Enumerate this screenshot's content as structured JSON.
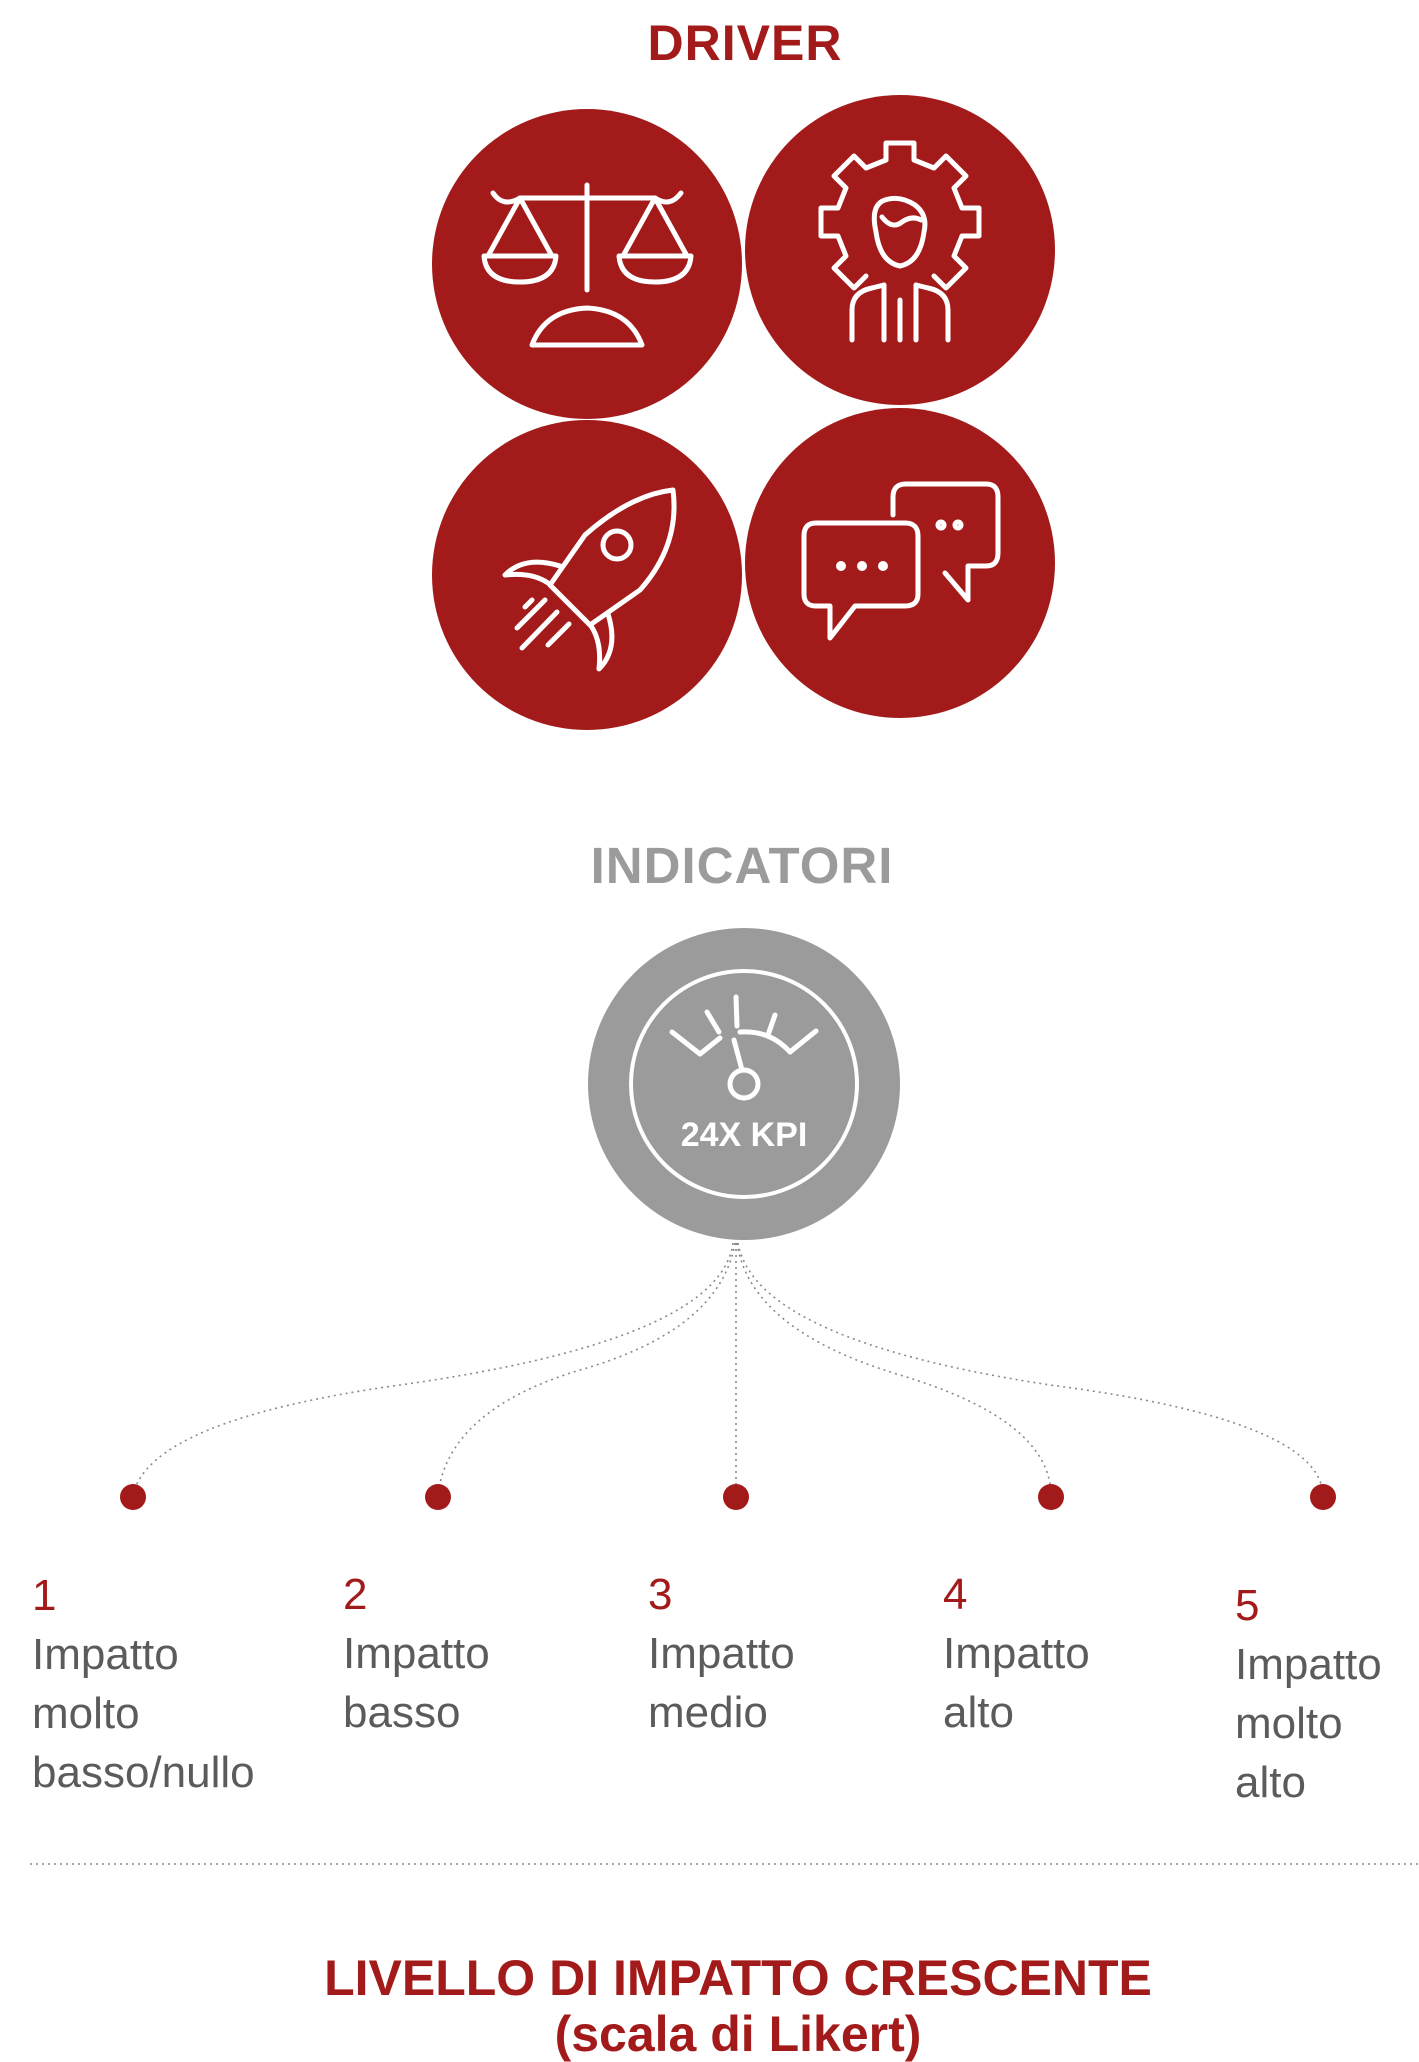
{
  "driver": {
    "title": "DRIVER",
    "accent_color": "#a21b1a",
    "icons": [
      "balance-scale-icon",
      "gear-person-icon",
      "rocket-icon",
      "chat-bubbles-icon"
    ]
  },
  "indicatori": {
    "title": "INDICATORI",
    "color": "#9b9b9b",
    "gauge_label": "24X KPI",
    "icon": "gauge-icon"
  },
  "levels": [
    {
      "number": "1",
      "label": "Impatto molto basso/nullo",
      "lines": [
        "Impatto",
        "molto",
        "basso/nullo"
      ]
    },
    {
      "number": "2",
      "label": "Impatto basso",
      "lines": [
        "Impatto",
        "basso"
      ]
    },
    {
      "number": "3",
      "label": "Impatto medio",
      "lines": [
        "Impatto",
        "medio"
      ]
    },
    {
      "number": "4",
      "label": "Impatto alto",
      "lines": [
        "Impatto",
        "alto"
      ]
    },
    {
      "number": "5",
      "label": "Impatto molto alto",
      "lines": [
        "Impatto",
        "molto",
        "alto"
      ]
    }
  ],
  "footer": {
    "title": "LIVELLO DI IMPATTO CRESCENTE",
    "subtitle": "(scala di Likert)"
  }
}
